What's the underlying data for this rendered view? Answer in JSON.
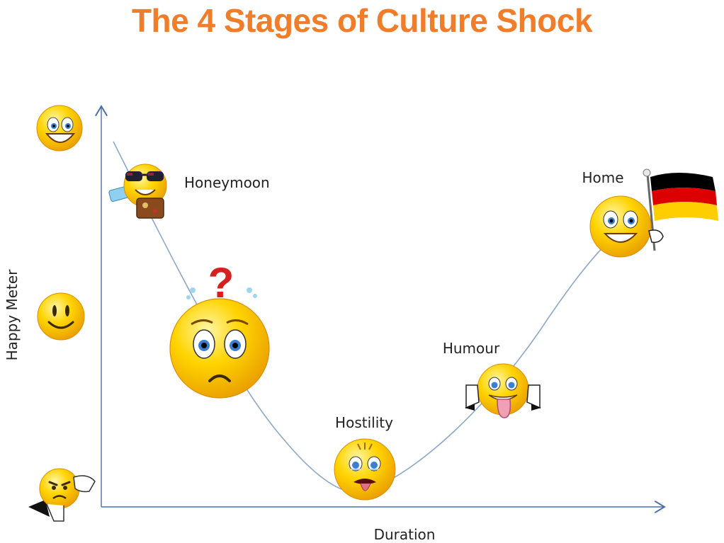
{
  "title": "The 4 Stages of Culture Shock",
  "axes": {
    "ylabel": "Happy Meter",
    "xlabel": "Duration"
  },
  "stages": [
    {
      "label": "Honeymoon",
      "icon": "sunglasses-traveler-emoji-icon"
    },
    {
      "label": "Hostility",
      "icon": "crying-emoji-icon"
    },
    {
      "label": "Humour",
      "icon": "tongue-out-emoji-icon"
    },
    {
      "label": "Home",
      "icon": "emoji-with-flag-icon"
    }
  ],
  "confused_stage_icon": "confused-question-emoji-icon",
  "scale_icons": [
    "very-happy-emoji-icon",
    "neutral-smile-emoji-icon",
    "thumbs-down-emoji-icon"
  ],
  "colors": {
    "title": "#f07d2a",
    "axis": "#4a6fa5",
    "curve": "#8fa6c4",
    "emoji_face": "#f5c400",
    "flag": [
      "#000000",
      "#dd0000",
      "#ffce00"
    ]
  }
}
